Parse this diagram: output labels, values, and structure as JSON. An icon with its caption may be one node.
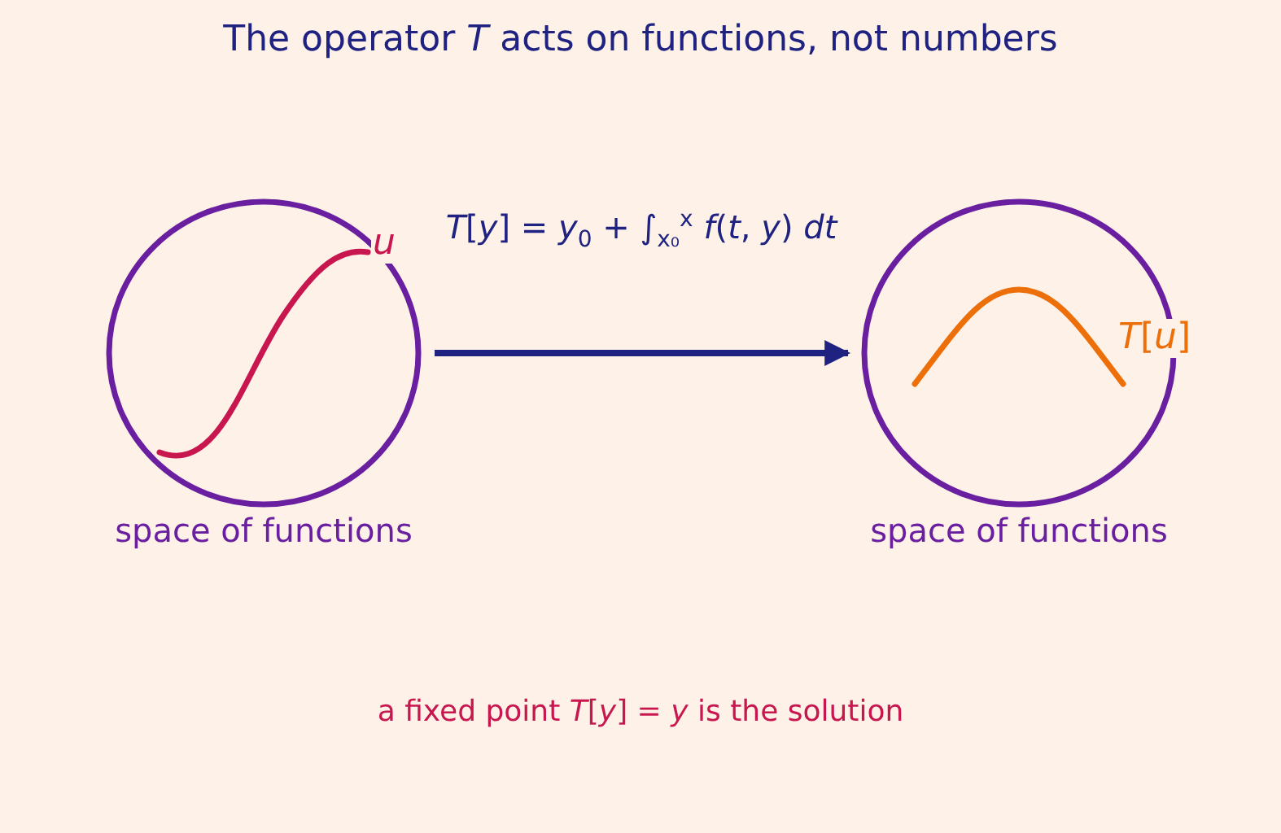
{
  "diagram": {
    "title": "The operator *T* acts on functions, not numbers",
    "nodes": [
      {
        "text": [
          "*u*",
          "space of functions"
        ]
      },
      {
        "text": [
          "*T*[*u*]",
          "space of functions"
        ]
      }
    ],
    "edges": [
      {
        "from": 0,
        "to": 1,
        "arrow": "to",
        "label": "*T*[*y*] = *y*$_{0}$ + ∫$_{x₀}$$^{x}$ *f*(*t*, *y*) *dt*"
      }
    ],
    "labels": [
      "a fixed point *T*[*y*] = *y* is the solution"
    ]
  }
}
